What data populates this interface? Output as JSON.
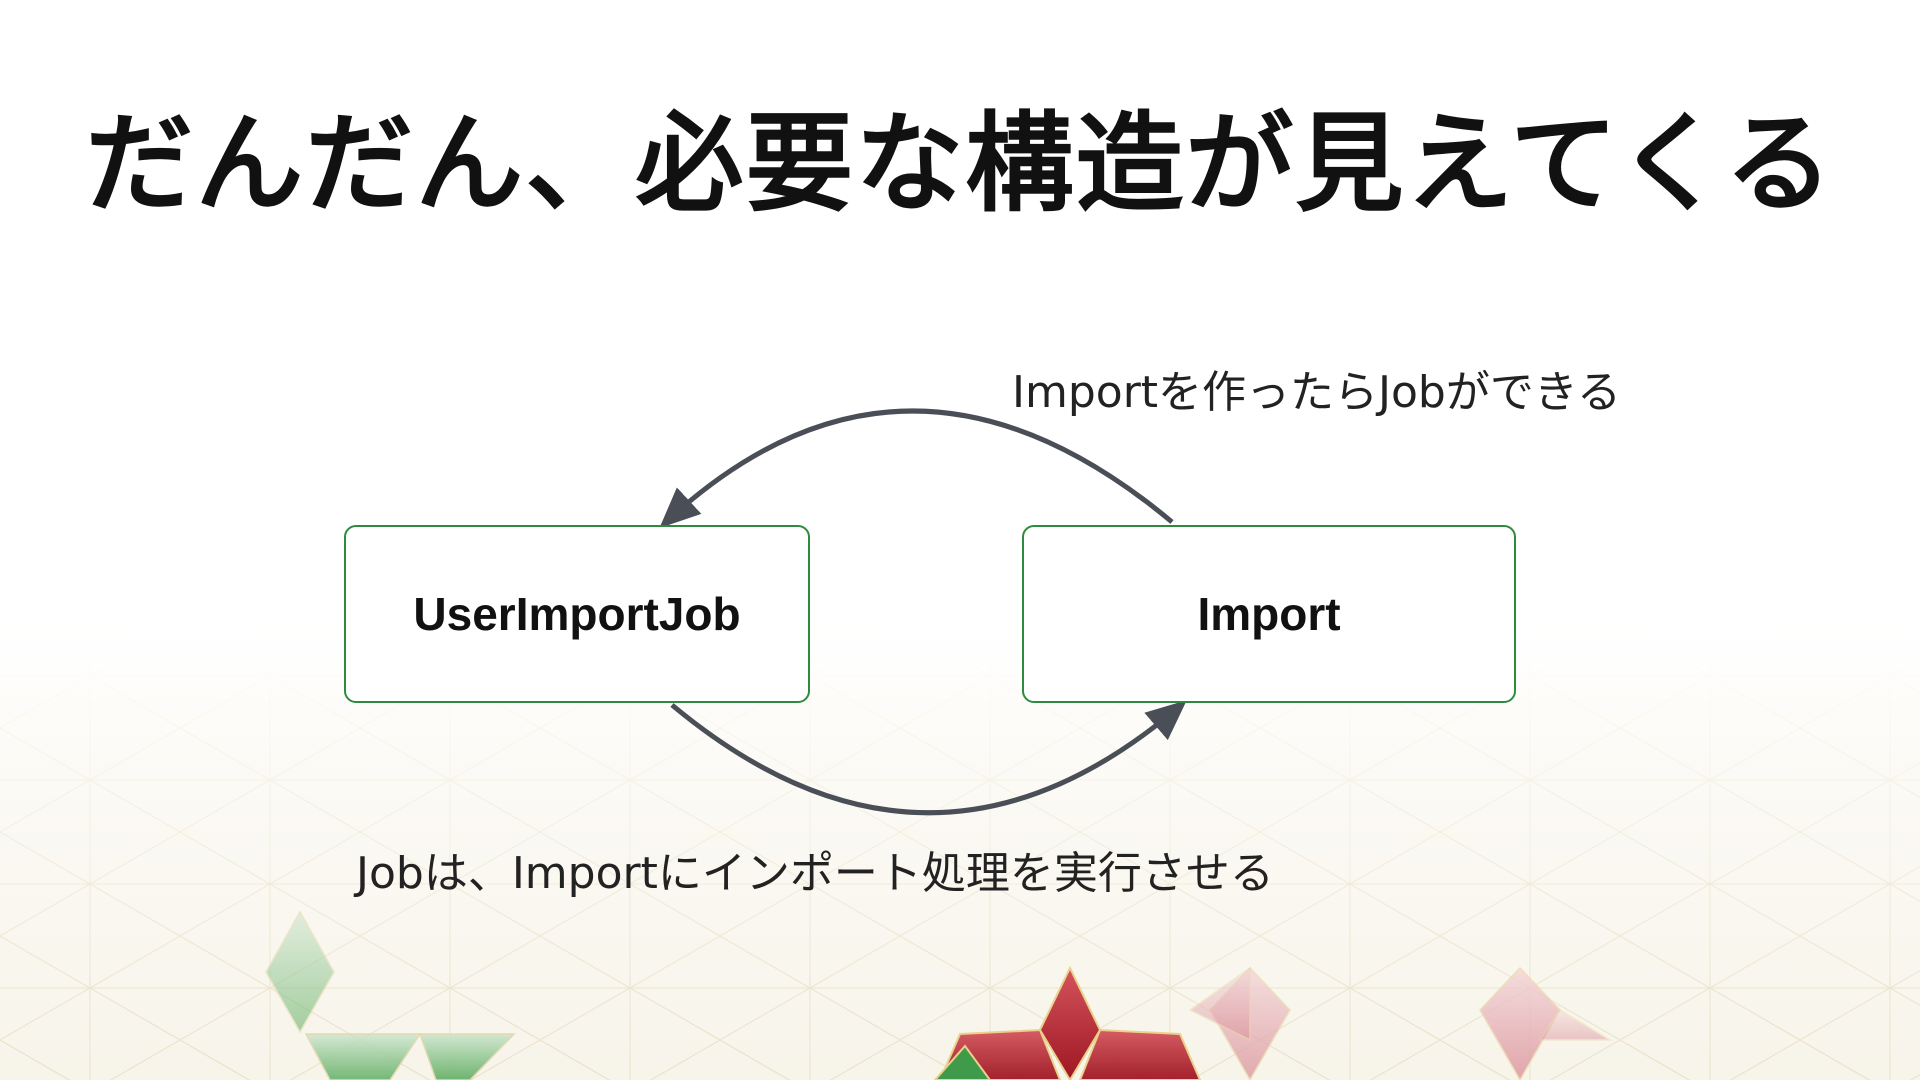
{
  "slide": {
    "title": "だんだん、必要な構造が見えてくる"
  },
  "diagram": {
    "nodes": [
      {
        "id": "job",
        "label": "UserImportJob"
      },
      {
        "id": "import",
        "label": "Import"
      }
    ],
    "edges": [
      {
        "from": "import",
        "to": "job",
        "label": "Importを作ったらJobができる"
      },
      {
        "from": "job",
        "to": "import",
        "label": "Jobは、Importにインポート処理を実行させる"
      }
    ]
  },
  "colors": {
    "node_border": "#2e8b3e",
    "arrow": "#4a4e57",
    "text": "#111111",
    "accent_green": "#3f9a4a",
    "accent_red": "#b8202c",
    "accent_pink": "#e6a5ad"
  }
}
